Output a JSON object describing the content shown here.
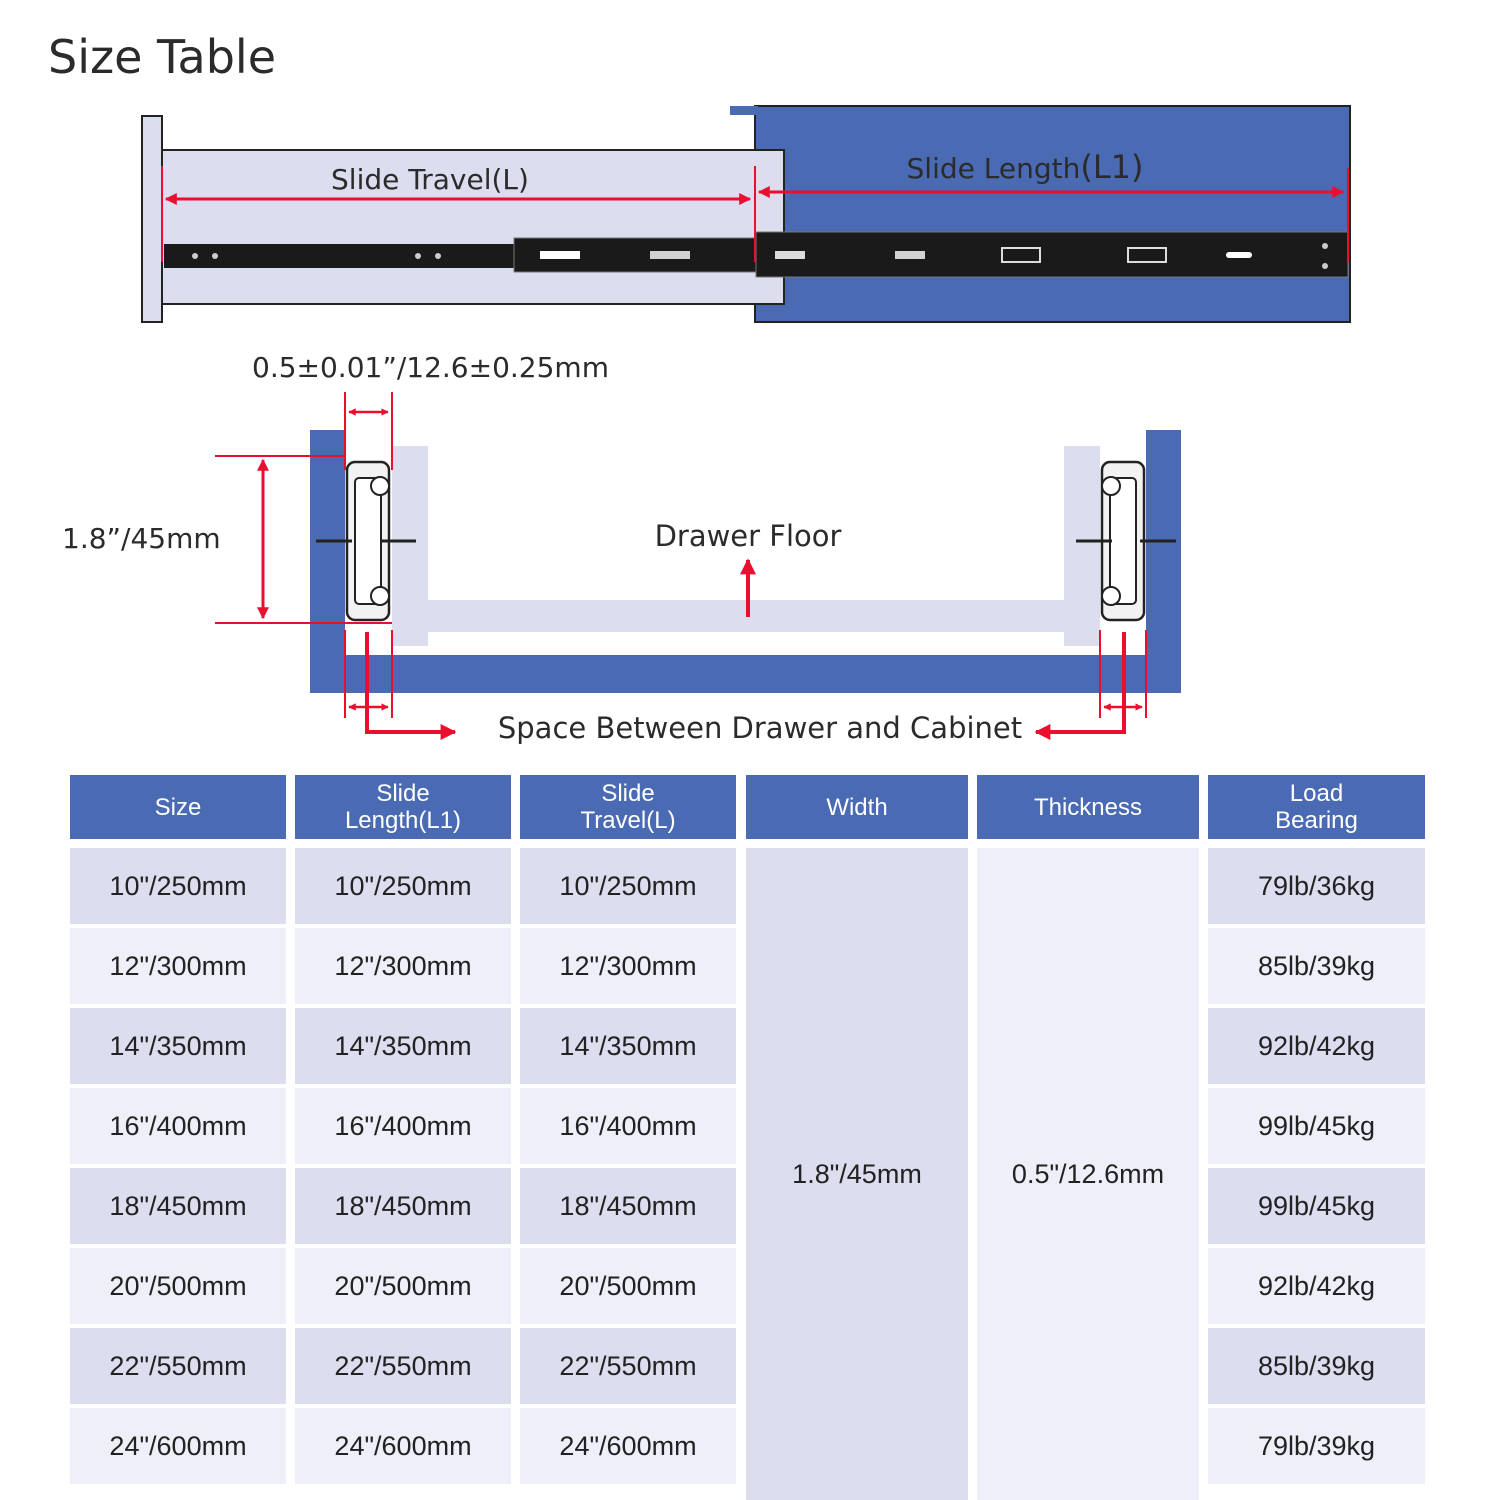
{
  "title": "Size Table",
  "diagram": {
    "slide_travel_label": "Slide Travel(L)",
    "slide_length_label_prefix": "Slide Length",
    "slide_length_label_suffix": "(L1)",
    "thickness_dim": "0.5±0.01”/12.6±0.25mm",
    "height_dim": "1.8”/45mm",
    "drawer_floor_label": "Drawer Floor",
    "space_label": "Space Between Drawer and Cabinet",
    "colors": {
      "cabinet": "#4a6bb4",
      "drawer": "#dcddef",
      "arrow": "#e8102e",
      "rail": "#1a1a1a"
    }
  },
  "table": {
    "headers": [
      "Size",
      "Slide\nLength(L1)",
      "Slide\nTravel(L)",
      "Width",
      "Thickness",
      "Load\nBearing"
    ],
    "rows": [
      {
        "size": "10\"/250mm",
        "length": "10\"/250mm",
        "travel": "10\"/250mm",
        "load": "79lb/36kg"
      },
      {
        "size": "12\"/300mm",
        "length": "12\"/300mm",
        "travel": "12\"/300mm",
        "load": "85lb/39kg"
      },
      {
        "size": "14\"/350mm",
        "length": "14\"/350mm",
        "travel": "14\"/350mm",
        "load": "92lb/42kg"
      },
      {
        "size": "16\"/400mm",
        "length": "16\"/400mm",
        "travel": "16\"/400mm",
        "load": "99lb/45kg"
      },
      {
        "size": "18\"/450mm",
        "length": "18\"/450mm",
        "travel": "18\"/450mm",
        "load": "99lb/45kg"
      },
      {
        "size": "20\"/500mm",
        "length": "20\"/500mm",
        "travel": "20\"/500mm",
        "load": "92lb/42kg"
      },
      {
        "size": "22\"/550mm",
        "length": "22\"/550mm",
        "travel": "22\"/550mm",
        "load": "85lb/39kg"
      },
      {
        "size": "24\"/600mm",
        "length": "24\"/600mm",
        "travel": "24\"/600mm",
        "load": "79lb/39kg"
      }
    ],
    "width_value": "1.8\"/45mm",
    "thickness_value": "0.5\"/12.6mm",
    "colors": {
      "header": "#4a6bb4",
      "row_dark": "#dcddef",
      "row_light": "#eeeff8"
    }
  }
}
